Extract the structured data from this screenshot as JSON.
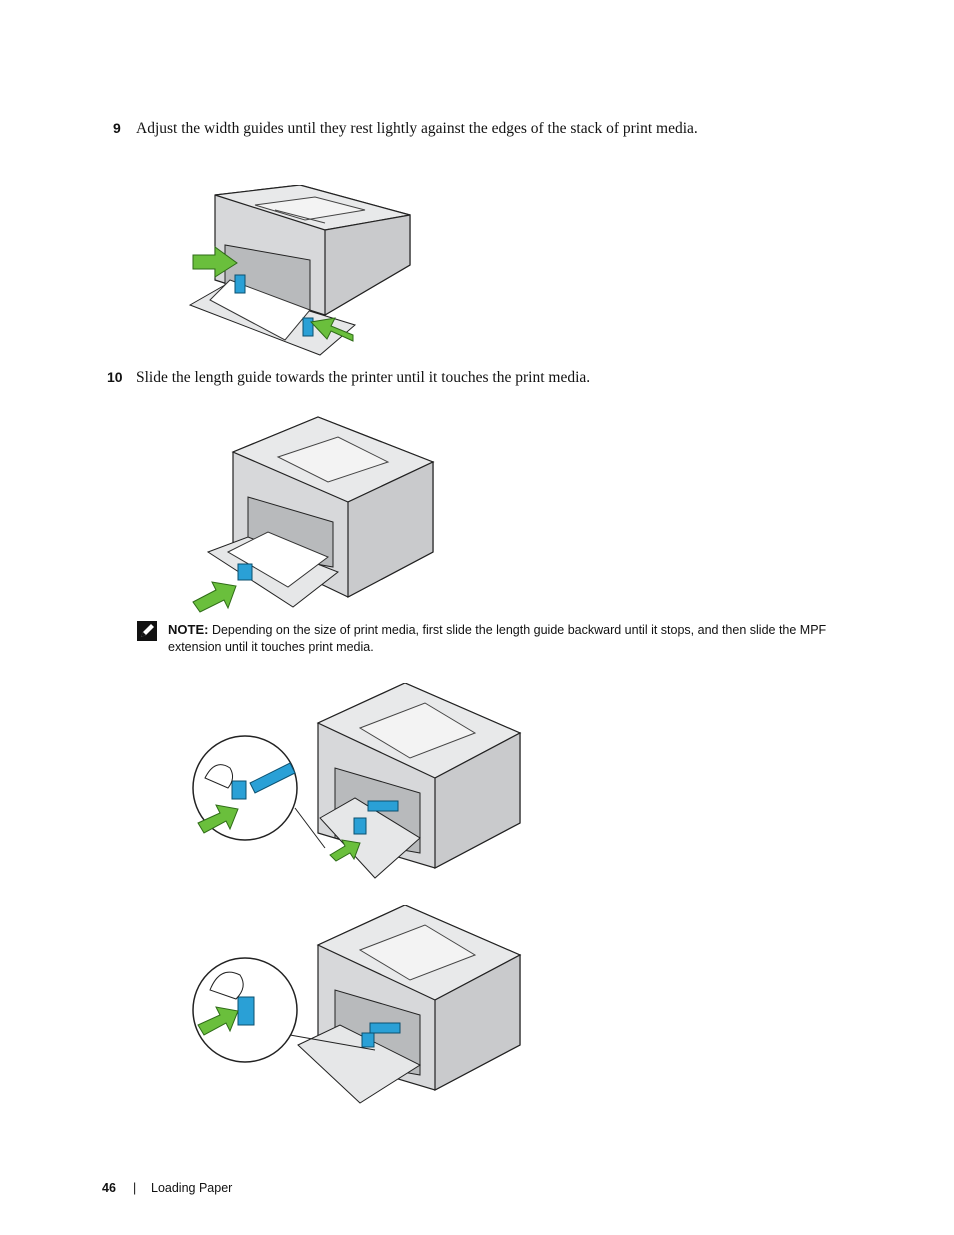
{
  "steps": [
    {
      "number": "9",
      "text": "Adjust the width guides until they rest lightly against the edges of the stack of print media."
    },
    {
      "number": "10",
      "text": "Slide the length guide towards the printer until it touches the print media."
    }
  ],
  "note": {
    "label": "NOTE:",
    "text": "Depending on the size of print media, first slide the length guide backward until it stops, and then slide the MPF extension until it touches print media.",
    "icon": "pencil-note-icon"
  },
  "footer": {
    "page_number": "46",
    "separator": "|",
    "section": "Loading Paper"
  },
  "colors": {
    "arrow_green": "#6abf3c",
    "guide_blue": "#2aa0d6",
    "printer_gray": "#d7d8da",
    "printer_top": "#e8e9ea",
    "outline": "#222222"
  }
}
